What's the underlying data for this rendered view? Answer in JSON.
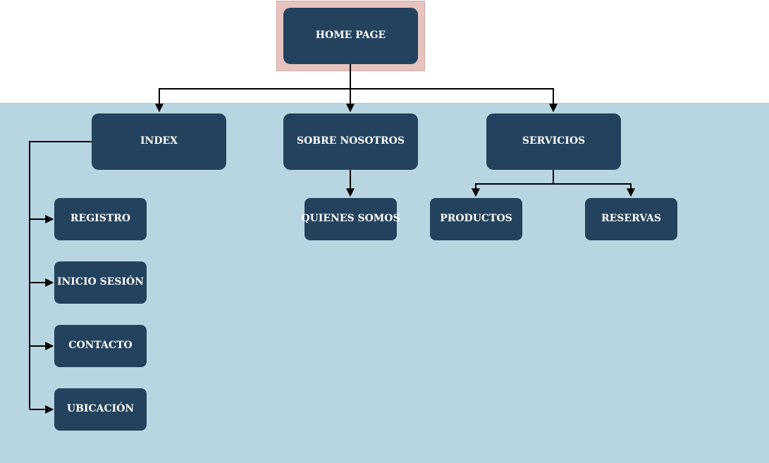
{
  "diagram": {
    "root": {
      "label": "HOME PAGE"
    },
    "sections": [
      {
        "label": "INDEX"
      },
      {
        "label": "SOBRE NOSOTROS"
      },
      {
        "label": "SERVICIOS"
      }
    ],
    "index_children": [
      {
        "label": "REGISTRO"
      },
      {
        "label": "INICIO SESIÓN"
      },
      {
        "label": "CONTACTO"
      },
      {
        "label": "UBICACIÓN"
      }
    ],
    "sobre_children": [
      {
        "label": "QUIENES SOMOS"
      }
    ],
    "servicios_children": [
      {
        "label": "PRODUCTOS"
      },
      {
        "label": "RESERVAS"
      }
    ]
  },
  "colors": {
    "node_fill": "#23425d",
    "node_text": "#ffffff",
    "panel_bg": "#b8d5e2",
    "root_highlight": "#e6c3bf",
    "connector": "#000000"
  }
}
